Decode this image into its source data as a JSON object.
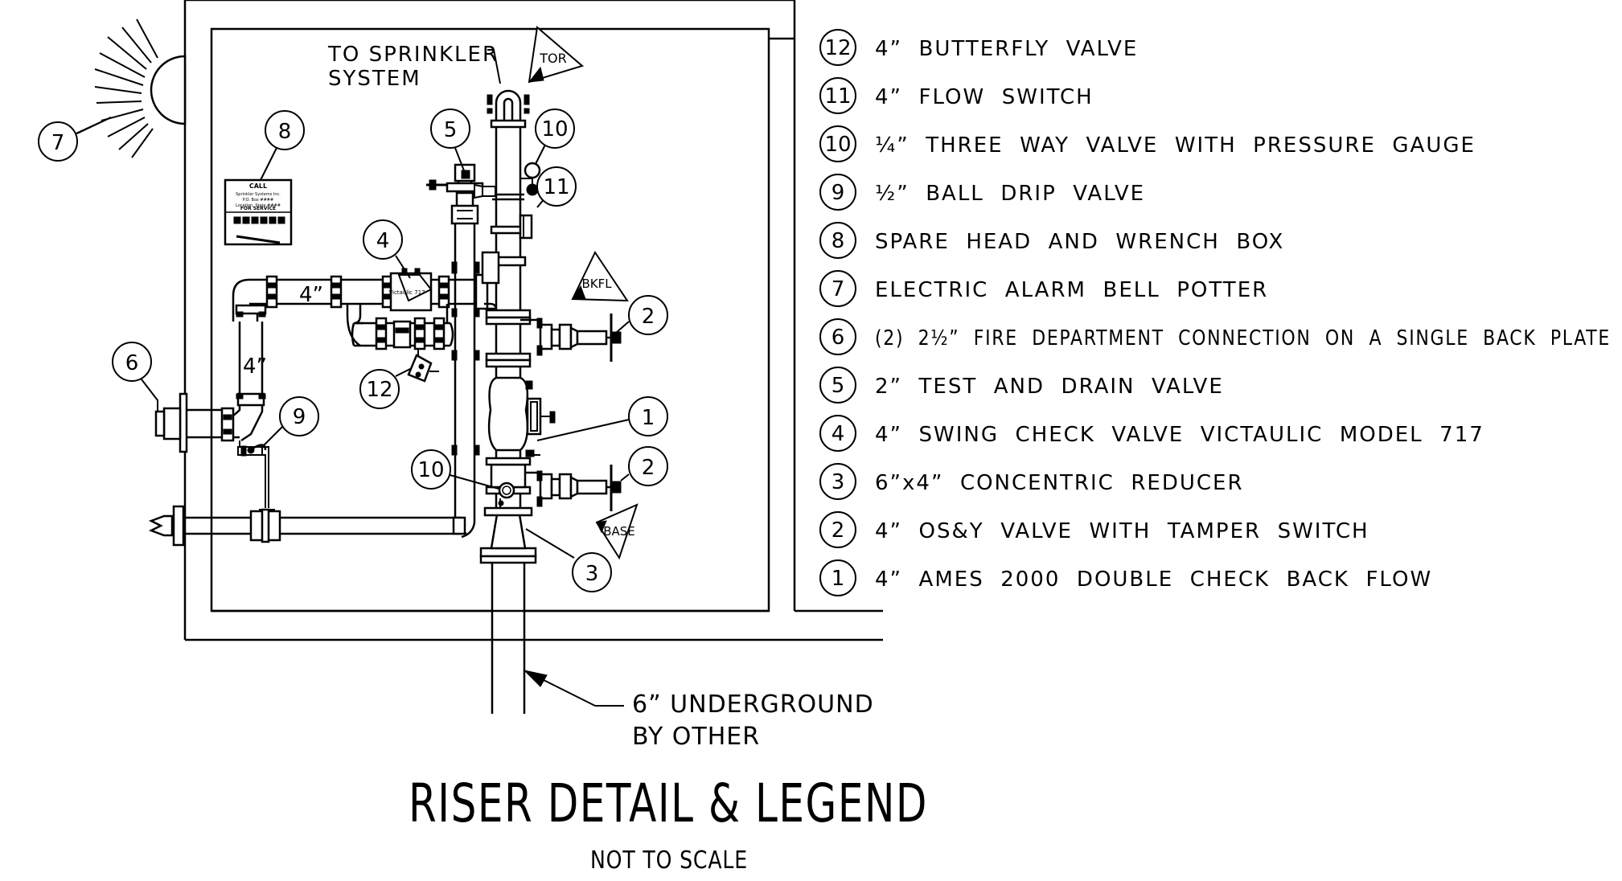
{
  "title": "RISER DETAIL & LEGEND",
  "subtitle": "NOT TO SCALE",
  "callouts": {
    "sprinkler_line1": "TO SPRINKLER",
    "sprinkler_line2": "SYSTEM",
    "underground_line1": "6” UNDERGROUND",
    "underground_line2": "BY OTHER",
    "pipe_4in": "4”"
  },
  "flags": {
    "tor": "TOR",
    "bkfl": "BKFL",
    "base": "BASE"
  },
  "sign_box": {
    "top": "CALL",
    "line1": "Sprinkler Systems Inc.",
    "line2": "P.O. Box ####",
    "line3": "Location, State ####",
    "bottom": "FOR SERVICE"
  },
  "valve_tag": "Victaulic 717",
  "legend": [
    {
      "num": "12",
      "text": "4”  BUTTERFLY  VALVE"
    },
    {
      "num": "11",
      "text": "4”  FLOW  SWITCH"
    },
    {
      "num": "10",
      "text": "¼”  THREE  WAY  VALVE  WITH  PRESSURE  GAUGE"
    },
    {
      "num": "9",
      "text": "½”  BALL  DRIP  VALVE"
    },
    {
      "num": "8",
      "text": "SPARE  HEAD  AND  WRENCH  BOX"
    },
    {
      "num": "7",
      "text": "ELECTRIC  ALARM  BELL  POTTER"
    },
    {
      "num": "6",
      "text": "(2)  2½”  FIRE  DEPARTMENT  CONNECTION  ON  A  SINGLE  BACK  PLATE"
    },
    {
      "num": "5",
      "text": "2”  TEST  AND  DRAIN  VALVE"
    },
    {
      "num": "4",
      "text": "4”  SWING  CHECK  VALVE  VICTAULIC  MODEL  717"
    },
    {
      "num": "3",
      "text": "6”x4”  CONCENTRIC  REDUCER"
    },
    {
      "num": "2",
      "text": "4”  OS&Y  VALVE  WITH  TAMPER  SWITCH"
    },
    {
      "num": "1",
      "text": "4”  AMES  2000  DOUBLE  CHECK  BACK  FLOW"
    }
  ],
  "balloons": {
    "b1": "1",
    "b2a": "2",
    "b2b": "2",
    "b3": "3",
    "b4": "4",
    "b5": "5",
    "b6": "6",
    "b7": "7",
    "b8": "8",
    "b9": "9",
    "b10a": "10",
    "b10b": "10",
    "b11": "11",
    "b12": "12"
  }
}
